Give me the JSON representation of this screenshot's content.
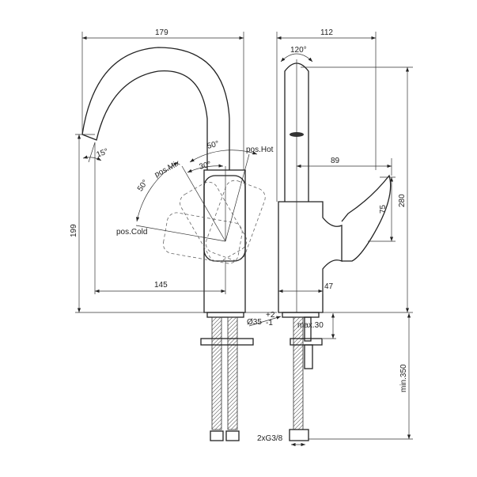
{
  "front_view": {
    "width_label": "179",
    "height_label": "199",
    "reach_label": "145",
    "tilt_angle_label": "15°",
    "angle_cold_label": "50°",
    "angle_hot_label": "50°",
    "angle_mix_label": "30°",
    "pos_cold_label": "pos.Cold",
    "pos_mix_label": "pos.Mix",
    "pos_hot_label": "pos.Hot"
  },
  "side_view": {
    "depth_label": "112",
    "swivel_label": "120°",
    "total_height_label": "280",
    "lever_reach_label": "89",
    "lever_height_label": "75",
    "body_label": "47",
    "hole_diameter_label": "Ø35",
    "hole_tol_plus": "+2",
    "hole_tol_minus": "-1",
    "max_thickness_label": "max.30",
    "hose_length_label": "min.350",
    "connection_label": "2xG3/8"
  }
}
